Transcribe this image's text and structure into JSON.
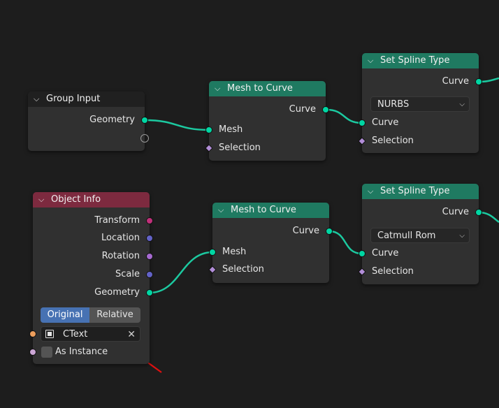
{
  "nodes": {
    "group_input": {
      "title": "Group Input",
      "outputs": [
        "Geometry"
      ]
    },
    "mesh_to_curve_1": {
      "title": "Mesh to Curve",
      "output": "Curve",
      "inputs": [
        "Mesh",
        "Selection"
      ]
    },
    "set_spline_type_1": {
      "title": "Set Spline Type",
      "output": "Curve",
      "dropdown_value": "NURBS",
      "inputs": [
        "Curve",
        "Selection"
      ]
    },
    "object_info": {
      "title": "Object Info",
      "outputs": [
        "Transform",
        "Location",
        "Rotation",
        "Scale",
        "Geometry"
      ],
      "toggle": [
        "Original",
        "Relative"
      ],
      "object_value": "CText",
      "as_instance_label": "As Instance"
    },
    "mesh_to_curve_2": {
      "title": "Mesh to Curve",
      "output": "Curve",
      "inputs": [
        "Mesh",
        "Selection"
      ]
    },
    "set_spline_type_2": {
      "title": "Set Spline Type",
      "output": "Curve",
      "dropdown_value": "Catmull Rom",
      "inputs": [
        "Curve",
        "Selection"
      ]
    }
  },
  "colors": {
    "geometry_socket": "#00d6a3",
    "field_socket": "#b28ed8",
    "transform_socket": "#c0307a",
    "vector_socket": "#6363c7",
    "rotation_socket": "#a66ad0",
    "object_socket": "#ed9e5c",
    "bool_socket": "#cca6d6",
    "annotation_arrow": "#e01010",
    "selected_toggle": "#4772b3"
  },
  "icons": {
    "collapse": "chevron-down-icon",
    "dropdown": "chevron-down-icon",
    "object": "object-icon",
    "clear": "close-icon"
  }
}
